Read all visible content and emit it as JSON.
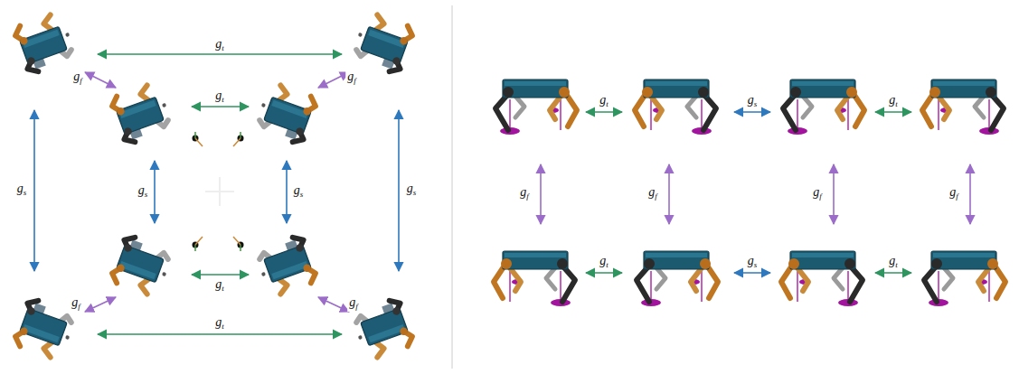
{
  "diagram": {
    "labels": [
      "gt",
      "gf",
      "gf",
      "gt",
      "gs",
      "gs",
      "gs",
      "gs",
      "gf",
      "gt",
      "gf",
      "gt",
      "gt",
      "gs",
      "gt",
      "gf",
      "gf",
      "gf",
      "gf",
      "gt",
      "gs",
      "gt"
    ]
  }
}
